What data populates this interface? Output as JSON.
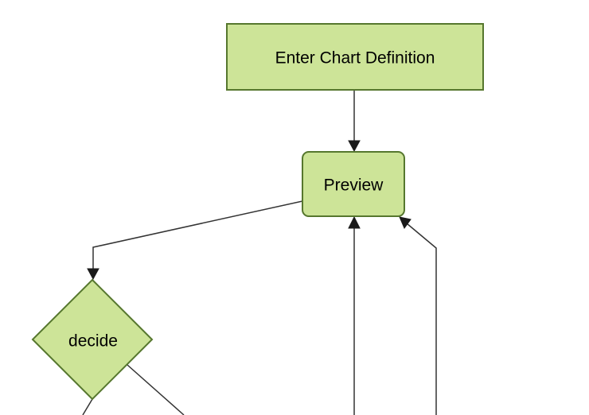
{
  "diagram": {
    "type": "flowchart",
    "direction": "top-down",
    "background": "#ffffff",
    "colors": {
      "node_fill": "#cde498",
      "node_border": "#56772e",
      "edge": "#333333",
      "arrowhead": "#1a1a1a",
      "text": "#000000"
    },
    "nodes": [
      {
        "id": "enter-chart-definition",
        "label": "Enter Chart Definition",
        "shape": "rectangle"
      },
      {
        "id": "preview",
        "label": "Preview",
        "shape": "rounded-rectangle"
      },
      {
        "id": "decide",
        "label": "decide",
        "shape": "diamond"
      }
    ],
    "edges": [
      {
        "from": "enter-chart-definition",
        "to": "preview",
        "arrowhead": true
      },
      {
        "from": "preview",
        "to": "decide",
        "arrowhead": true
      },
      {
        "from": "offscreen-bottom",
        "to": "preview",
        "arrowhead": true
      },
      {
        "from": "offscreen-bottom-right",
        "to": "preview",
        "arrowhead": true
      },
      {
        "from": "decide",
        "to": "offscreen-bottom-left",
        "arrowhead": false
      },
      {
        "from": "decide",
        "to": "offscreen-bottom-right",
        "arrowhead": false
      }
    ]
  }
}
